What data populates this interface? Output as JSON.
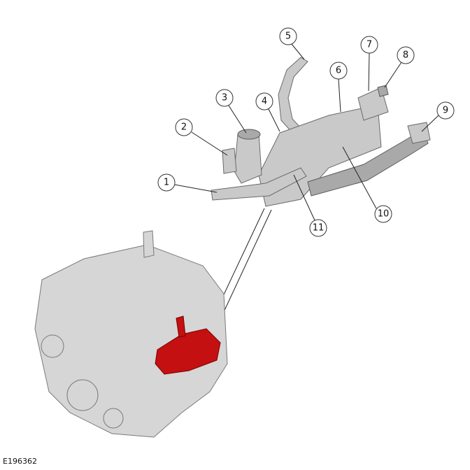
{
  "figure_id": "E196362",
  "callouts": [
    "1",
    "2",
    "3",
    "4",
    "5",
    "6",
    "7",
    "8",
    "9",
    "10",
    "11"
  ],
  "colors": {
    "highlight": "#c41010",
    "component": "#c9c9c9"
  }
}
